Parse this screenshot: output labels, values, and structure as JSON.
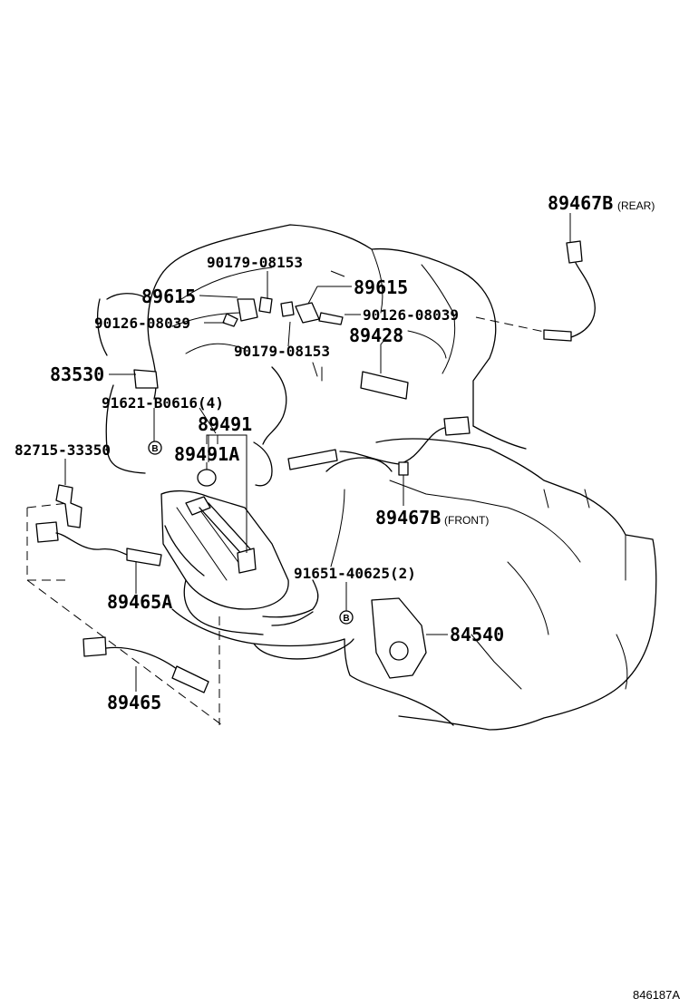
{
  "labels": {
    "p89467b_rear": {
      "part": "89467B",
      "note": "(REAR)"
    },
    "p90179_top": "90179-08153",
    "p89615_left": "89615",
    "p89615_right": "89615",
    "p90126_left": "90126-08039",
    "p90126_right": "90126-08039",
    "p90179_bottom": "90179-08153",
    "p89428": "89428",
    "p83530": "83530",
    "p91621": "91621-B0616(4)",
    "p89491": "89491",
    "p89491a": "89491A",
    "p82715": "82715-33350",
    "p89467b_front": {
      "part": "89467B",
      "note": "(FRONT)"
    },
    "p91651": "91651-40625(2)",
    "p84540": "84540",
    "p89465a": "89465A",
    "p89465": "89465"
  },
  "markers": {
    "bolt_mark_left": "B",
    "bolt_mark_right": "B"
  },
  "diagram_id": "846187A"
}
